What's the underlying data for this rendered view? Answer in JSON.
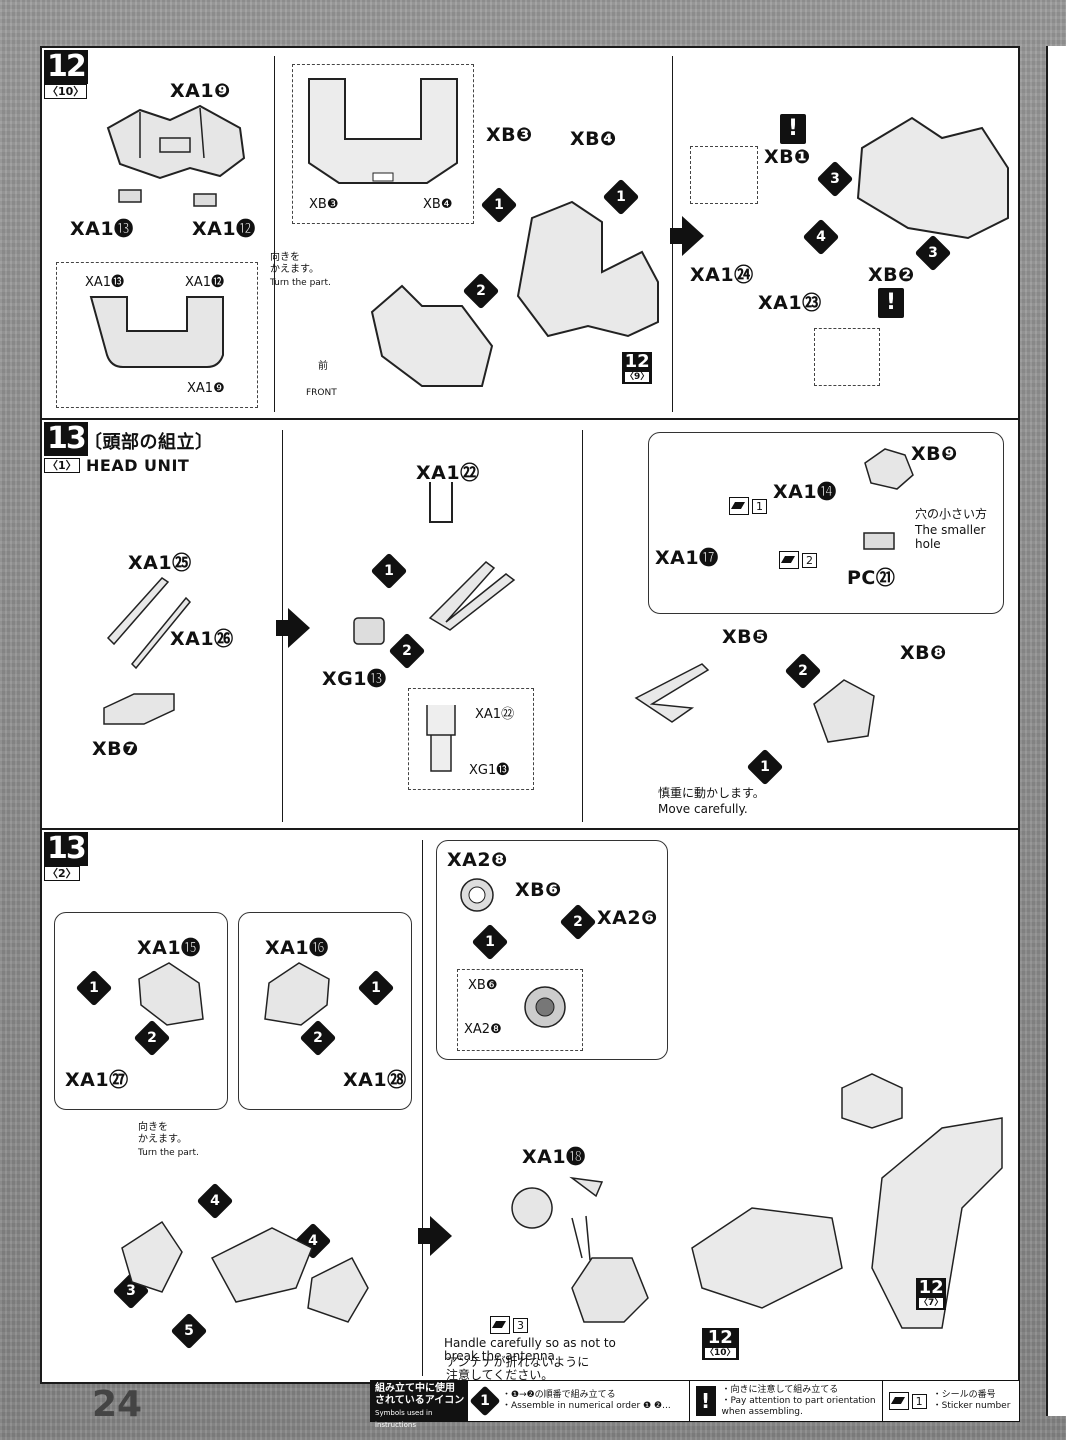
{
  "page_number": "24",
  "step12": {
    "step": "12",
    "sub": "〈10〉",
    "labels": [
      "XA1❾",
      "XA1⓭",
      "XA1⓬",
      "XB❸",
      "XB❹",
      "XB❶",
      "XA1㉔",
      "XA1㉓",
      "XB❷"
    ],
    "inset_labels": [
      "XA1⓭",
      "XA1⓬",
      "XA1❾"
    ],
    "inset2_labels": [
      "XB❸",
      "XB❹"
    ],
    "turn_note_jp": "向きを\nかえます。",
    "turn_note_en": "Turn the part.",
    "front_jp": "前",
    "front_en": "FRONT",
    "ref_a": "12",
    "ref_a_sub": "〈9〉"
  },
  "step13_1": {
    "step": "13",
    "sub": "〈1〉",
    "title_jp": "〔頭部の組立〕",
    "title_en": "HEAD UNIT",
    "labels": [
      "XA1㉕",
      "XA1㉖",
      "XB❼",
      "XA1㉒",
      "XG1⓭",
      "XB❾",
      "XA1⓮",
      "XA1⓱",
      "PC㉑",
      "XB❺",
      "XB❽"
    ],
    "inset_labels": [
      "XA1㉒",
      "XG1⓭"
    ],
    "hole_note_jp": "穴の小さい方",
    "hole_note_en": "The smaller\nhole",
    "careful_jp": "慎重に動かします。",
    "careful_en": "Move carefully.",
    "stickers": [
      "1",
      "2"
    ]
  },
  "step13_2": {
    "step": "13",
    "sub": "〈2〉",
    "labels": [
      "XA1⓯",
      "XA1⓰",
      "XA1㉗",
      "XA1㉘",
      "XA2❽",
      "XB❻",
      "XA2❻",
      "XA1⓲"
    ],
    "inset_labels": [
      "XB❻",
      "XA2❽"
    ],
    "turn_note_jp": "向きを\nかえます。",
    "turn_note_en": "Turn the part.",
    "antenna_jp": "アンテナが折れないように\n注意してください。",
    "antenna_en": "Handle carefully so as not to\nbreak the antenna.",
    "sticker": "3",
    "ref_b": "12",
    "ref_b_sub": "〈7〉",
    "ref_c": "12",
    "ref_c_sub": "〈10〉"
  },
  "legend": {
    "title_jp": "組み立て中に使用\nされているアイコン",
    "title_en": "Symbols used in instructions",
    "order_jp": "・❶→❷の順番で組み立てる",
    "order_en": "・Assemble in numerical order ❶ ❷...",
    "orient_jp": "・向きに注意して組み立てる",
    "orient_en": "・Pay attention to part orientation\nwhen assembling.",
    "sticker_jp": "・シールの番号",
    "sticker_en": "・Sticker number",
    "sticker_num": "1"
  },
  "numbers": [
    "1",
    "2",
    "3",
    "4",
    "5"
  ],
  "warn_symbol": "!"
}
